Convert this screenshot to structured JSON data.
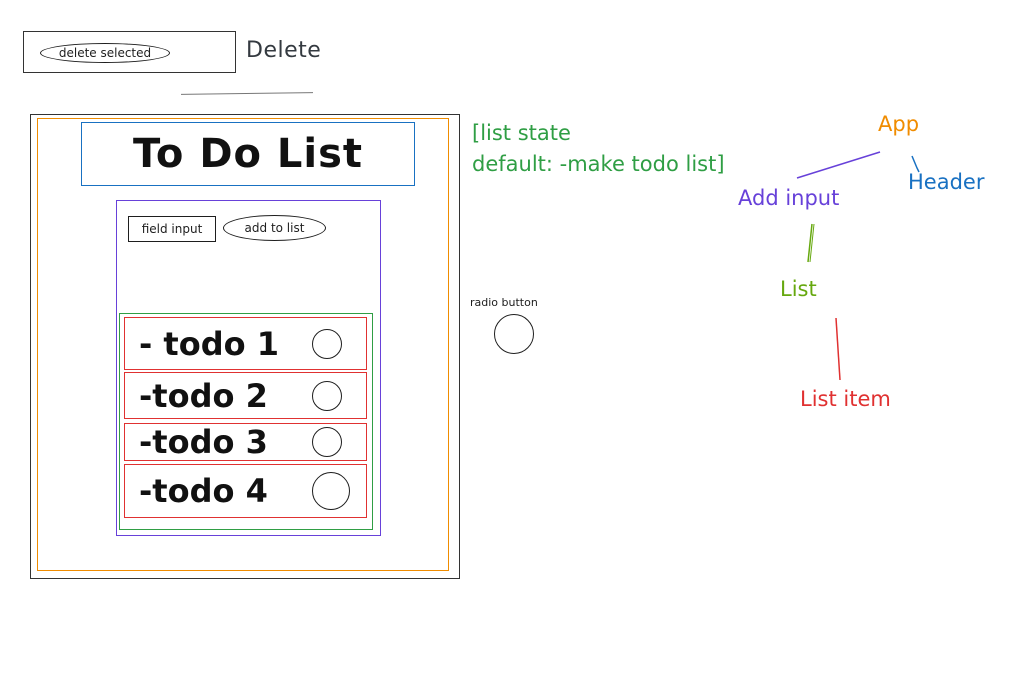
{
  "toolbar": {
    "delete_selected_label": "delete selected",
    "delete_annotation": "Delete"
  },
  "app": {
    "header_title": "To Do List",
    "input": {
      "field_label": "field input",
      "add_button_label": "add to list"
    },
    "todos": [
      {
        "text": "- todo 1"
      },
      {
        "text": "-todo 2"
      },
      {
        "text": "-todo 3"
      },
      {
        "text": "-todo 4"
      }
    ]
  },
  "annotations": {
    "state_line1": "[list state",
    "state_line2": "default: -make todo list]",
    "radio_label": "radio button"
  },
  "component_tree": {
    "app": "App",
    "header": "Header",
    "add_input": "Add input",
    "list": "List",
    "list_item": "List item"
  },
  "colors": {
    "app": "#f08c00",
    "header": "#1971c2",
    "add_input": "#6741d9",
    "list": "#2f9e44",
    "list_item": "#e03131"
  }
}
